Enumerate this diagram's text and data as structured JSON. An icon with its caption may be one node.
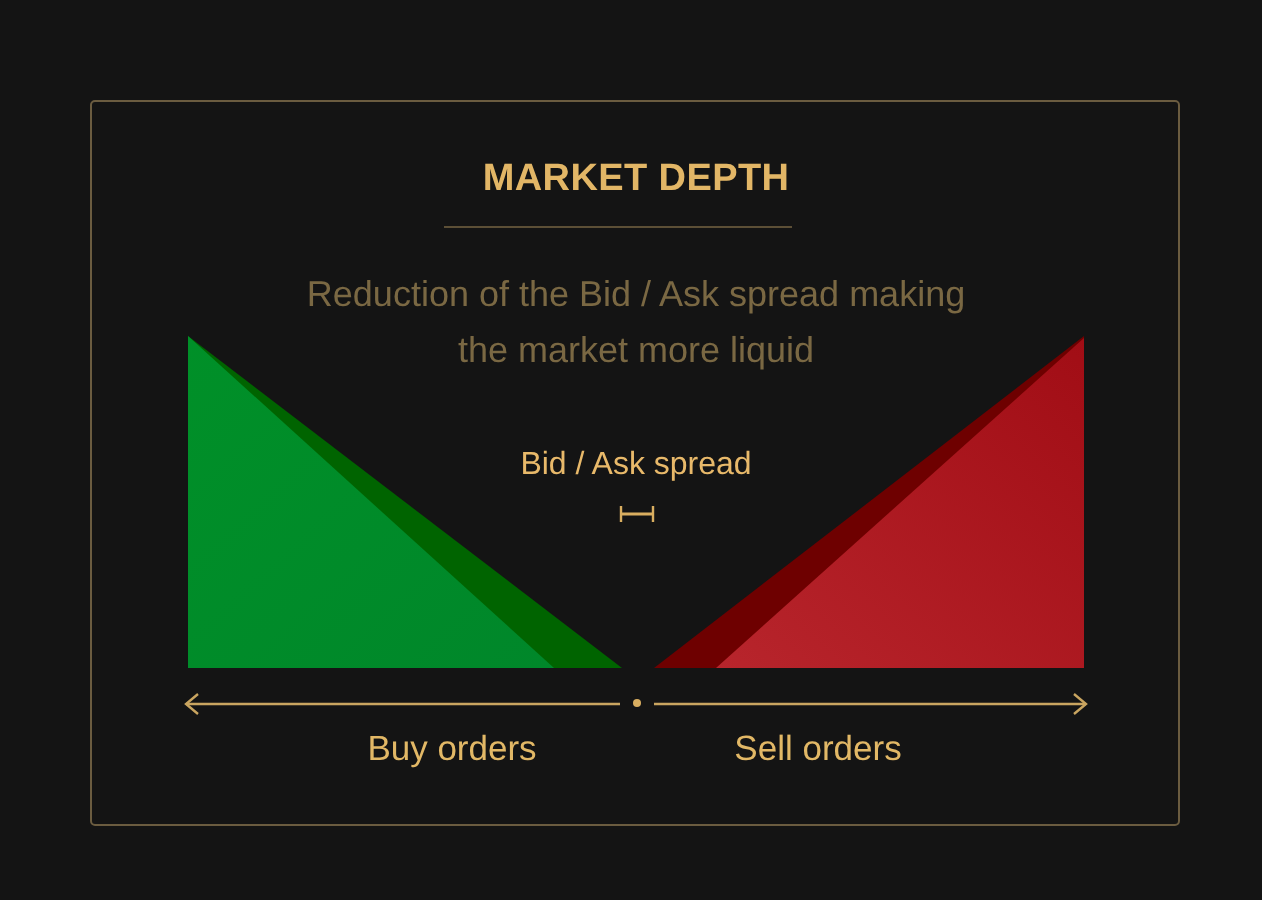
{
  "diagram": {
    "title": "MARKET DEPTH",
    "labels": [
      "Reduction of the Bid / Ask spread making the market more liquid",
      "Bid / Ask spread",
      "Buy orders",
      "Sell orders"
    ]
  }
}
